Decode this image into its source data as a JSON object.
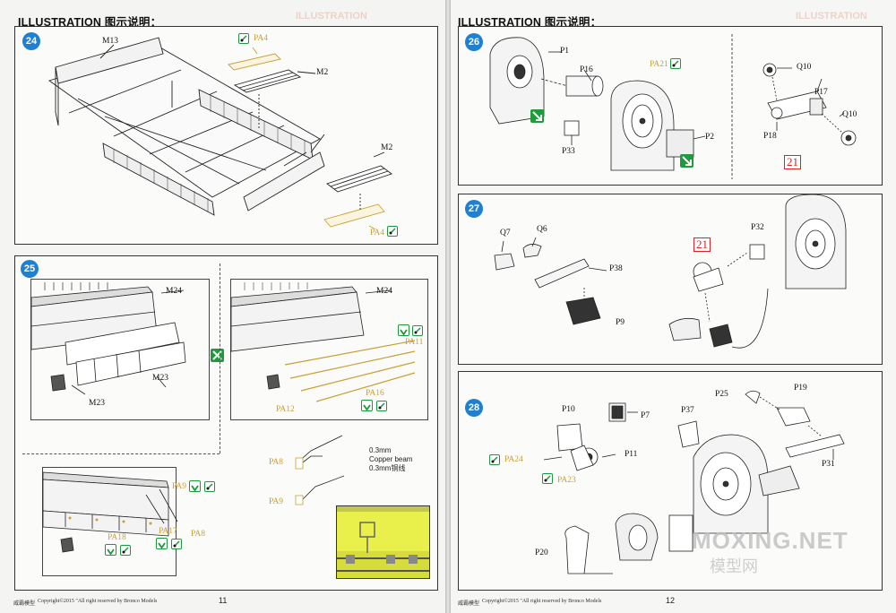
{
  "header": {
    "left_title": "ILLUSTRATION 图示说明：",
    "right_title": "ILLUSTRATION 图示说明："
  },
  "steps": {
    "s24": {
      "number": "24",
      "parts": {
        "m13": "M13",
        "m2a": "M2",
        "m2b": "M2",
        "pa4a": "PA4",
        "pa4b": "PA4"
      }
    },
    "s25": {
      "number": "25",
      "parts": {
        "m24a": "M24",
        "m24b": "M24",
        "m23a": "M23",
        "m23b": "M23",
        "pa11": "PA11",
        "pa16": "PA16",
        "pa12": "PA12",
        "pa9": "PA9",
        "pa18": "PA18",
        "pa17": "PA17",
        "pa8": "PA8",
        "pa8b": "PA8",
        "pa9b": "PA9"
      },
      "note_line1": "0.3mm",
      "note_line2": "Copper beam",
      "note_line3": "0.3mm铜线"
    },
    "s26": {
      "number": "26",
      "parts": {
        "p1": "P1",
        "p16": "P16",
        "pa21": "PA21",
        "p33": "P33",
        "p2": "P2",
        "q10a": "Q10",
        "p17": "P17",
        "q10b": "Q10",
        "p18": "P18"
      },
      "ref": "21"
    },
    "s27": {
      "number": "27",
      "parts": {
        "q7": "Q7",
        "q6": "Q6",
        "p38": "P38",
        "p9": "P9",
        "p32": "P32"
      },
      "ref": "21"
    },
    "s28": {
      "number": "28",
      "parts": {
        "p10": "P10",
        "p7": "P7",
        "p37": "P37",
        "p25": "P25",
        "p19": "P19",
        "pa24": "PA24",
        "p11": "P11",
        "pa23": "PA23",
        "p31": "P31",
        "p20": "P20"
      }
    }
  },
  "footer": {
    "left_brand": "威霸模型",
    "left_copyright": "Copyright©2015  \"All right reserved by Bronco Models",
    "left_page": "11",
    "right_brand": "威霸模型",
    "right_copyright": "Copyright©2015  \"All right reserved by Bronco Models",
    "right_page": "12"
  },
  "watermark": {
    "line1": "MOXING.NET",
    "line2": "模型网"
  },
  "colors": {
    "step_badge": "#1f7fd0",
    "photo_etch": "#c8a035",
    "ref_red": "#dd2222",
    "icon_green": "#1a9a3a",
    "photo_bg": "#e9ef4b"
  }
}
